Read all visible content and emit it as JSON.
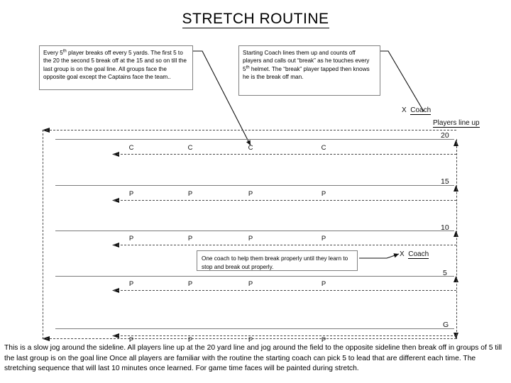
{
  "title": "STRETCH ROUTINE",
  "callouts": {
    "break_off": {
      "line1": "Every 5",
      "sup1": "th",
      "line1b": " player breaks off every 5 yards. The first 5 to the 20 the second 5 break off at the 15 and so on till the last group is on the goal line. All groups face the opposite goal except the Captains face the team..",
      "full": "Every 5th player breaks off every 5 yards. The first 5 to the 20 the second 5 break off at the 15 and so on till the last group is on the goal line. All groups face the opposite goal except the Captains face the team.."
    },
    "starting_coach": {
      "part_a": "Starting Coach lines them up and counts off players and calls out “break” as he touches every 5",
      "sup": "th",
      "part_b": " helmet. The “break” player tapped then knows he is the break off man.",
      "full": "Starting Coach lines them up and counts off players and calls out “break” as he touches every 5th helmet. The “break” player tapped then knows he is the break off man."
    },
    "one_coach": {
      "text": "One coach to help them break properly until they learn to stop and break out properly."
    }
  },
  "labels": {
    "coach_top_x": "X",
    "coach_top_word": "Coach",
    "players_line_up": "Players line up",
    "coach_mid_x": "X",
    "coach_mid_word": "Coach"
  },
  "field": {
    "yard_numbers": [
      "20",
      "15",
      "10",
      "5",
      "G"
    ],
    "rows": [
      {
        "yard": "20",
        "marker": "C",
        "markers": [
          "C",
          "C",
          "C",
          "C"
        ]
      },
      {
        "yard": "15",
        "marker": "P",
        "markers": [
          "P",
          "P",
          "P",
          "P"
        ]
      },
      {
        "yard": "10",
        "marker": "P",
        "markers": [
          "P",
          "P",
          "P",
          "P"
        ]
      },
      {
        "yard": "5",
        "marker": "P",
        "markers": [
          "P",
          "P",
          "P",
          "P"
        ]
      },
      {
        "yard": "G",
        "marker": "P",
        "markers": [
          "P",
          "P",
          "P",
          "P"
        ]
      }
    ]
  },
  "bottom_text": "This is a slow jog around the sideline. All players line up at the 20 yard line and jog around the field to the opposite sideline then break off in groups of 5 till the last group is on the goal line Once all players are familiar with the routine the starting coach can pick 5 to lead that are different each time. The stretching sequence that will last 10 minutes once learned. For game time faces will be painted during stretch.",
  "colors": {
    "line": "#7a7a7a",
    "dash": "#4a4a4a",
    "box_border": "#808080",
    "text": "#000000",
    "background": "#ffffff"
  }
}
